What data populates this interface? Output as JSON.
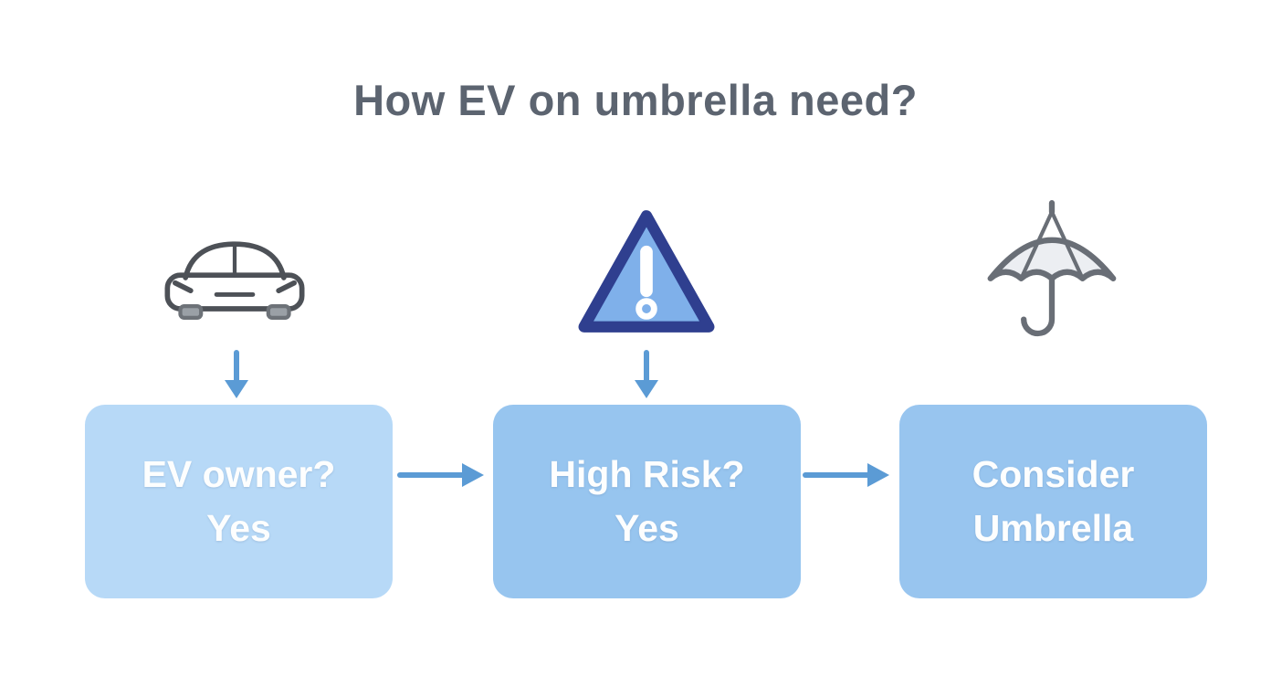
{
  "title": "How EV on umbrella need?",
  "diagram": {
    "nodes": [
      {
        "id": "ev-owner",
        "line1": "EV owner?",
        "line2": "Yes",
        "icon": "car-icon",
        "fill": "#b7d9f7"
      },
      {
        "id": "high-risk",
        "line1": "High Risk?",
        "line2": "Yes",
        "icon": "warning-icon",
        "fill": "#97c5ef"
      },
      {
        "id": "consider-umbrella",
        "line1": "Consider",
        "line2": "Umbrella",
        "icon": "umbrella-icon",
        "fill": "#98c5ef"
      }
    ],
    "colors": {
      "arrow": "#5b9bd5",
      "title_text": "#5c6470",
      "box_text": "#ffffff",
      "warning_border": "#2f3f8f",
      "warning_fill": "#7fb0ea",
      "outline_icon_stroke": "#5a5f66"
    }
  }
}
